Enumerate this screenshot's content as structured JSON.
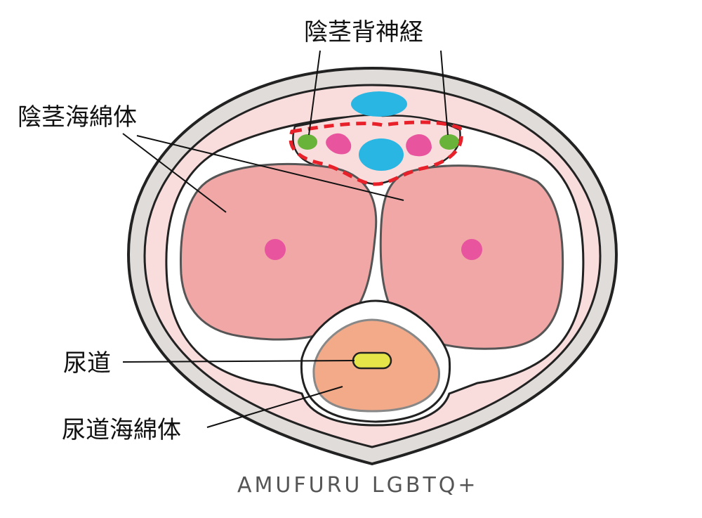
{
  "labels": {
    "dorsal_nerve": "陰茎背神経",
    "corpus_cavernosum": "陰茎海綿体",
    "urethra": "尿道",
    "corpus_spongiosum": "尿道海綿体"
  },
  "watermark": "AMUFURU LGBTQ+",
  "colors": {
    "skin": "#e0dcd9",
    "subcutis": "#f9dcdc",
    "cavernosum": "#f2a7a7",
    "artery_dot": "#e8559e",
    "spongiosum": "#f2aa88",
    "urethra": "#e5e54a",
    "vein": "#29b6e3",
    "nerve": "#6ab33a",
    "dashed_outline": "#e8202a"
  }
}
